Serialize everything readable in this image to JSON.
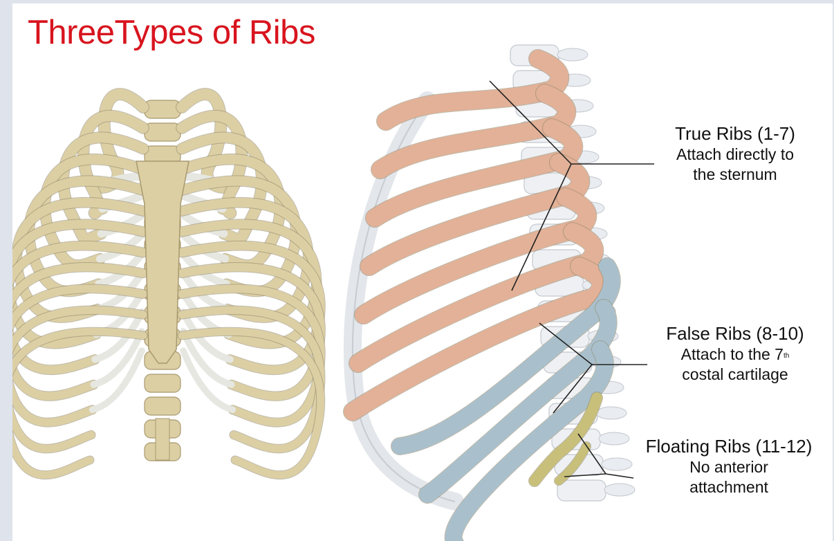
{
  "title": "ThreeTypes of Ribs",
  "colors": {
    "title": "#d8141e",
    "true_ribs": "#e2b197",
    "false_ribs": "#a9c0cc",
    "floating_ribs": "#c8c07a",
    "bone": "#dccfa4",
    "cartilage": "#e6e7e1",
    "leader_line": "#222222"
  },
  "labels": {
    "true": {
      "heading": "True Ribs (1-7)",
      "line1": "Attach directly to",
      "line2": "the  sternum"
    },
    "false": {
      "heading": "False Ribs (8-10)",
      "line1_a": "Attach to the 7",
      "line1_sup": "th",
      "line2": "costal cartilage"
    },
    "floating": {
      "heading": "Floating Ribs (11-12)",
      "line1": "No anterior",
      "line2": "attachment"
    }
  }
}
